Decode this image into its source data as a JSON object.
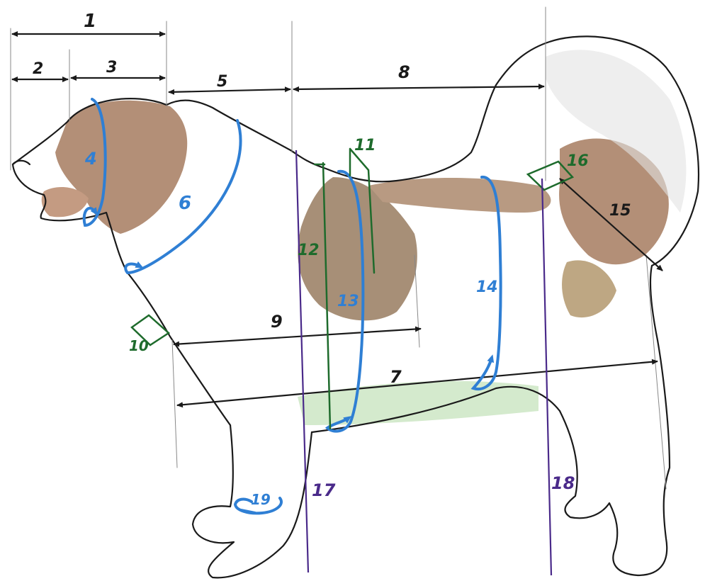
{
  "colors": {
    "outline": "#1a1a1a",
    "dimension_black": "#1a1a1a",
    "girth_blue": "#2f7fd4",
    "height_green": "#1e6b2c",
    "vertical_purple": "#4a2a8a",
    "fur_brown": "#9a6a4a",
    "grass_green": "#9fcf8f"
  },
  "labels": {
    "m1": "1",
    "m2": "2",
    "m3": "3",
    "m4": "4",
    "m5": "5",
    "m6": "6",
    "m7": "7",
    "m8": "8",
    "m9": "9",
    "m10": "10",
    "m11": "11",
    "m12": "12",
    "m13": "13",
    "m14": "14",
    "m15": "15",
    "m16": "16",
    "m17": "17",
    "m18": "18",
    "m19": "19"
  }
}
